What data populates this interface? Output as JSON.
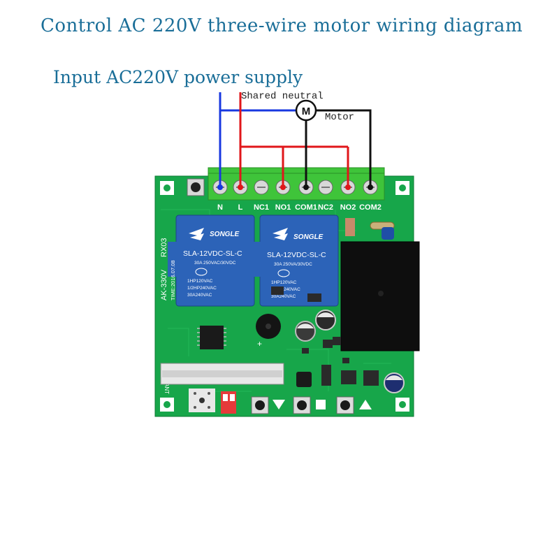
{
  "title": "Control AC 220V three-wire motor wiring diagram",
  "subtitle": "Input AC220V power supply",
  "labels": {
    "shared_neutral": "Shared neutral",
    "motor": "Motor",
    "motor_symbol": "M"
  },
  "terminals": [
    "N",
    "L",
    "NC1",
    "NO1",
    "COM1",
    "NC2",
    "NO2",
    "COM2"
  ],
  "relays": [
    {
      "brand": "SONGLE",
      "model": "SLA-12VDC-SL-C",
      "rating_lines": [
        "30A 250VAC/30VDC",
        "1HP120VAC",
        "1/2HP240VAC",
        "30A240VAC"
      ]
    },
    {
      "brand": "SONGLE",
      "model": "SLA-12VDC-SL-C",
      "rating_lines": [
        "30A 250VA/30VDC",
        "1HP120VAC",
        "1/2HP240VAC",
        "30A240VAC"
      ]
    }
  ],
  "board": {
    "model": "AK-330V",
    "rx": "RX03",
    "time": "TIME:2016.07.08",
    "ant": "ANT"
  },
  "colors": {
    "board": "#16a84a",
    "wire_blue": "#1838e0",
    "wire_red": "#e0161a",
    "wire_black": "#111111",
    "relay": "#2c63b8",
    "title": "#1a6e98"
  }
}
